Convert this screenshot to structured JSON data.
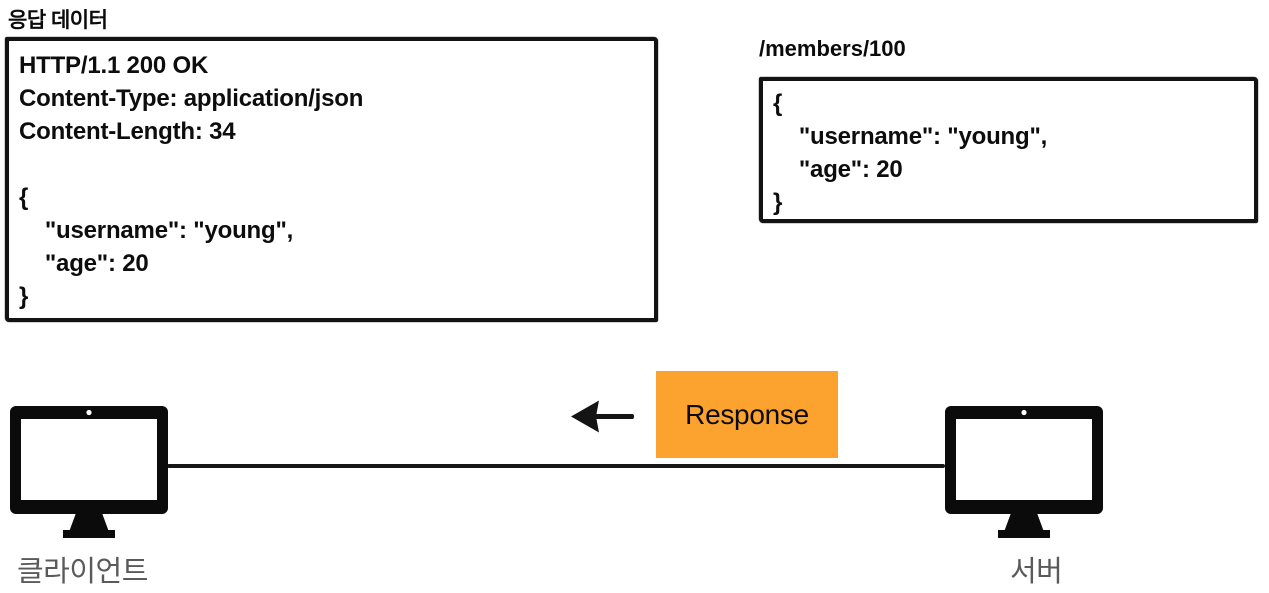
{
  "title": "응답 데이터",
  "http_response": {
    "lines": [
      "HTTP/1.1 200 OK",
      "Content-Type: application/json",
      "Content-Length: 34",
      "",
      "{",
      "    \"username\": \"young\",",
      "    \"age\": 20",
      "}"
    ]
  },
  "resource": {
    "path": "/members/100",
    "lines": [
      "{",
      "    \"username\": \"young\",",
      "    \"age\": 20",
      "}"
    ]
  },
  "flow": {
    "message": "Response",
    "arrow_direction": "left"
  },
  "nodes": {
    "client_label": "클라이언트",
    "server_label": "서버"
  },
  "colors": {
    "message_badge_bg": "#FBA22F",
    "ink": "#131313",
    "node_label_text": "#5A5A5A"
  }
}
